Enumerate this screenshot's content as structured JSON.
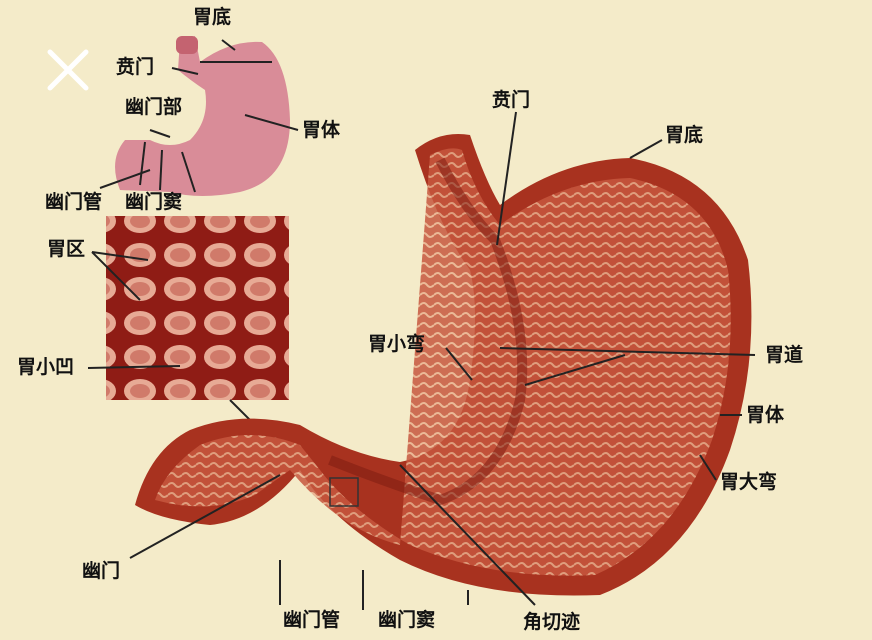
{
  "viewer": {
    "close_icon": "close-x-icon"
  },
  "overview_labels": {
    "fundus": "胃底",
    "cardia": "贲门",
    "pyloric_part": "幽门部",
    "body": "胃体",
    "pyloric_canal": "幽门管",
    "pyloric_antrum": "幽门窦"
  },
  "mucosa_labels": {
    "gastric_area": "胃区",
    "gastric_pit": "胃小凹"
  },
  "main_labels": {
    "cardia": "贲门",
    "fundus": "胃底",
    "lesser_curvature": "胃小弯",
    "gastric_canal": "胃道",
    "body": "胃体",
    "greater_curvature": "胃大弯",
    "pylorus": "幽门",
    "pyloric_canal": "幽门管",
    "pyloric_antrum": "幽门窦",
    "angular_incisure": "角切迹"
  },
  "colors": {
    "background": "#f4ebc9",
    "overview_stomach": "#d98c98",
    "tissue": "#b8442f"
  }
}
